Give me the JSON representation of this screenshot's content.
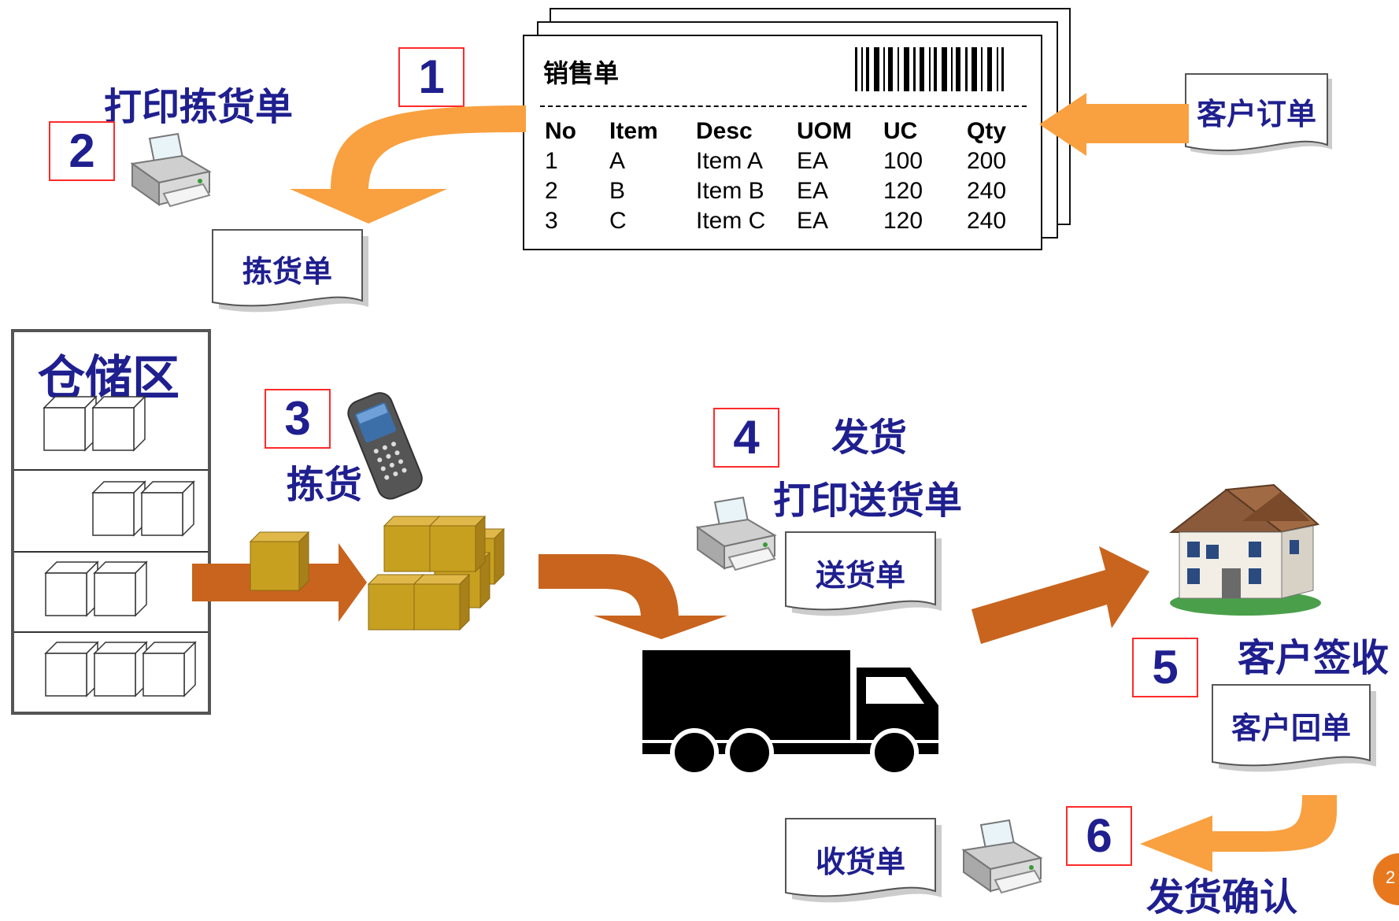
{
  "sales_order": {
    "title": "销售单",
    "columns": [
      "No",
      "Item",
      "Desc",
      "UOM",
      "UC",
      "Qty"
    ],
    "rows": [
      [
        "1",
        "A",
        "Item A",
        "EA",
        "100",
        "200"
      ],
      [
        "2",
        "B",
        "Item B",
        "EA",
        "120",
        "240"
      ],
      [
        "3",
        "C",
        "Item C",
        "EA",
        "120",
        "240"
      ]
    ]
  },
  "customer_order": {
    "label": "客户订单"
  },
  "steps": {
    "s1": {
      "number": "1"
    },
    "s2": {
      "number": "2",
      "caption": "打印拣货单",
      "doc": "拣货单"
    },
    "s3": {
      "number": "3",
      "caption": "拣货"
    },
    "s4": {
      "number": "4",
      "caption_line1": "发货",
      "caption_line2": "打印送货单",
      "doc": "送货单"
    },
    "s5": {
      "number": "5",
      "caption": "客户签收",
      "doc": "客户回单"
    },
    "s6": {
      "number": "6",
      "caption": "发货确认",
      "doc": "收货单"
    }
  },
  "warehouse": {
    "label": "仓储区"
  },
  "page_number": "2",
  "colors": {
    "navy_text": "#1f1f8f",
    "step_border": "#ff2a2a",
    "orange_arrow": "#f9a040",
    "brown_arrow": "#c8641e",
    "box_gold": "#c8a020"
  }
}
